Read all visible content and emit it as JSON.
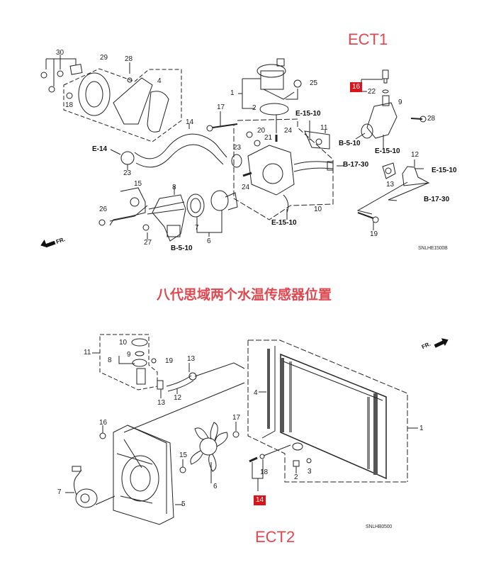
{
  "headline": "八代思域两个水温传感器位置",
  "sensors": {
    "ect1": {
      "label": "ECT1",
      "part_number": "16",
      "color": "#e0474f",
      "highlight": "#d9151c"
    },
    "ect2": {
      "label": "ECT2",
      "part_number": "14",
      "color": "#e0474f",
      "highlight": "#d9151c"
    }
  },
  "diagram_top": {
    "code": "SNLHE1500B",
    "front_label": "FR.",
    "part_labels": {
      "p30": "30",
      "p29": "29",
      "p28a": "28",
      "p4": "4",
      "p18": "18",
      "p1": "1",
      "p2": "2",
      "p25": "25",
      "p17": "17",
      "p14": "14",
      "p20": "20",
      "p21": "21",
      "p24a": "24",
      "p24b": "24",
      "p11": "11",
      "p9": "9",
      "p22": "22",
      "p28b": "28",
      "p23a": "23",
      "p23b": "23",
      "p15": "15",
      "p8": "8",
      "p26": "26",
      "p27": "27",
      "p7": "7",
      "p6": "6",
      "p10": "10",
      "p12": "12",
      "p13": "13",
      "p19": "19"
    },
    "refs": {
      "e14": "E-14",
      "e1510a": "E-15-10",
      "e1510b": "E-15-10",
      "e1510c": "E-15-10",
      "e1510d": "E-15-10",
      "b1730a": "B-17-30",
      "b1730b": "B-17-30",
      "b510a": "B-5-10",
      "b510b": "B-5-10"
    }
  },
  "diagram_bottom": {
    "code": "SNLHB0500",
    "front_label": "FR.",
    "part_labels": {
      "p11": "11",
      "p10": "10",
      "p9": "9",
      "p8": "8",
      "p19": "19",
      "p13a": "13",
      "p13b": "13",
      "p12": "12",
      "p4": "4",
      "p1": "1",
      "p17": "17",
      "p16": "16",
      "p15": "15",
      "p6": "6",
      "p7": "7",
      "p5": "5",
      "p2": "2",
      "p3": "3",
      "p18": "18"
    }
  }
}
